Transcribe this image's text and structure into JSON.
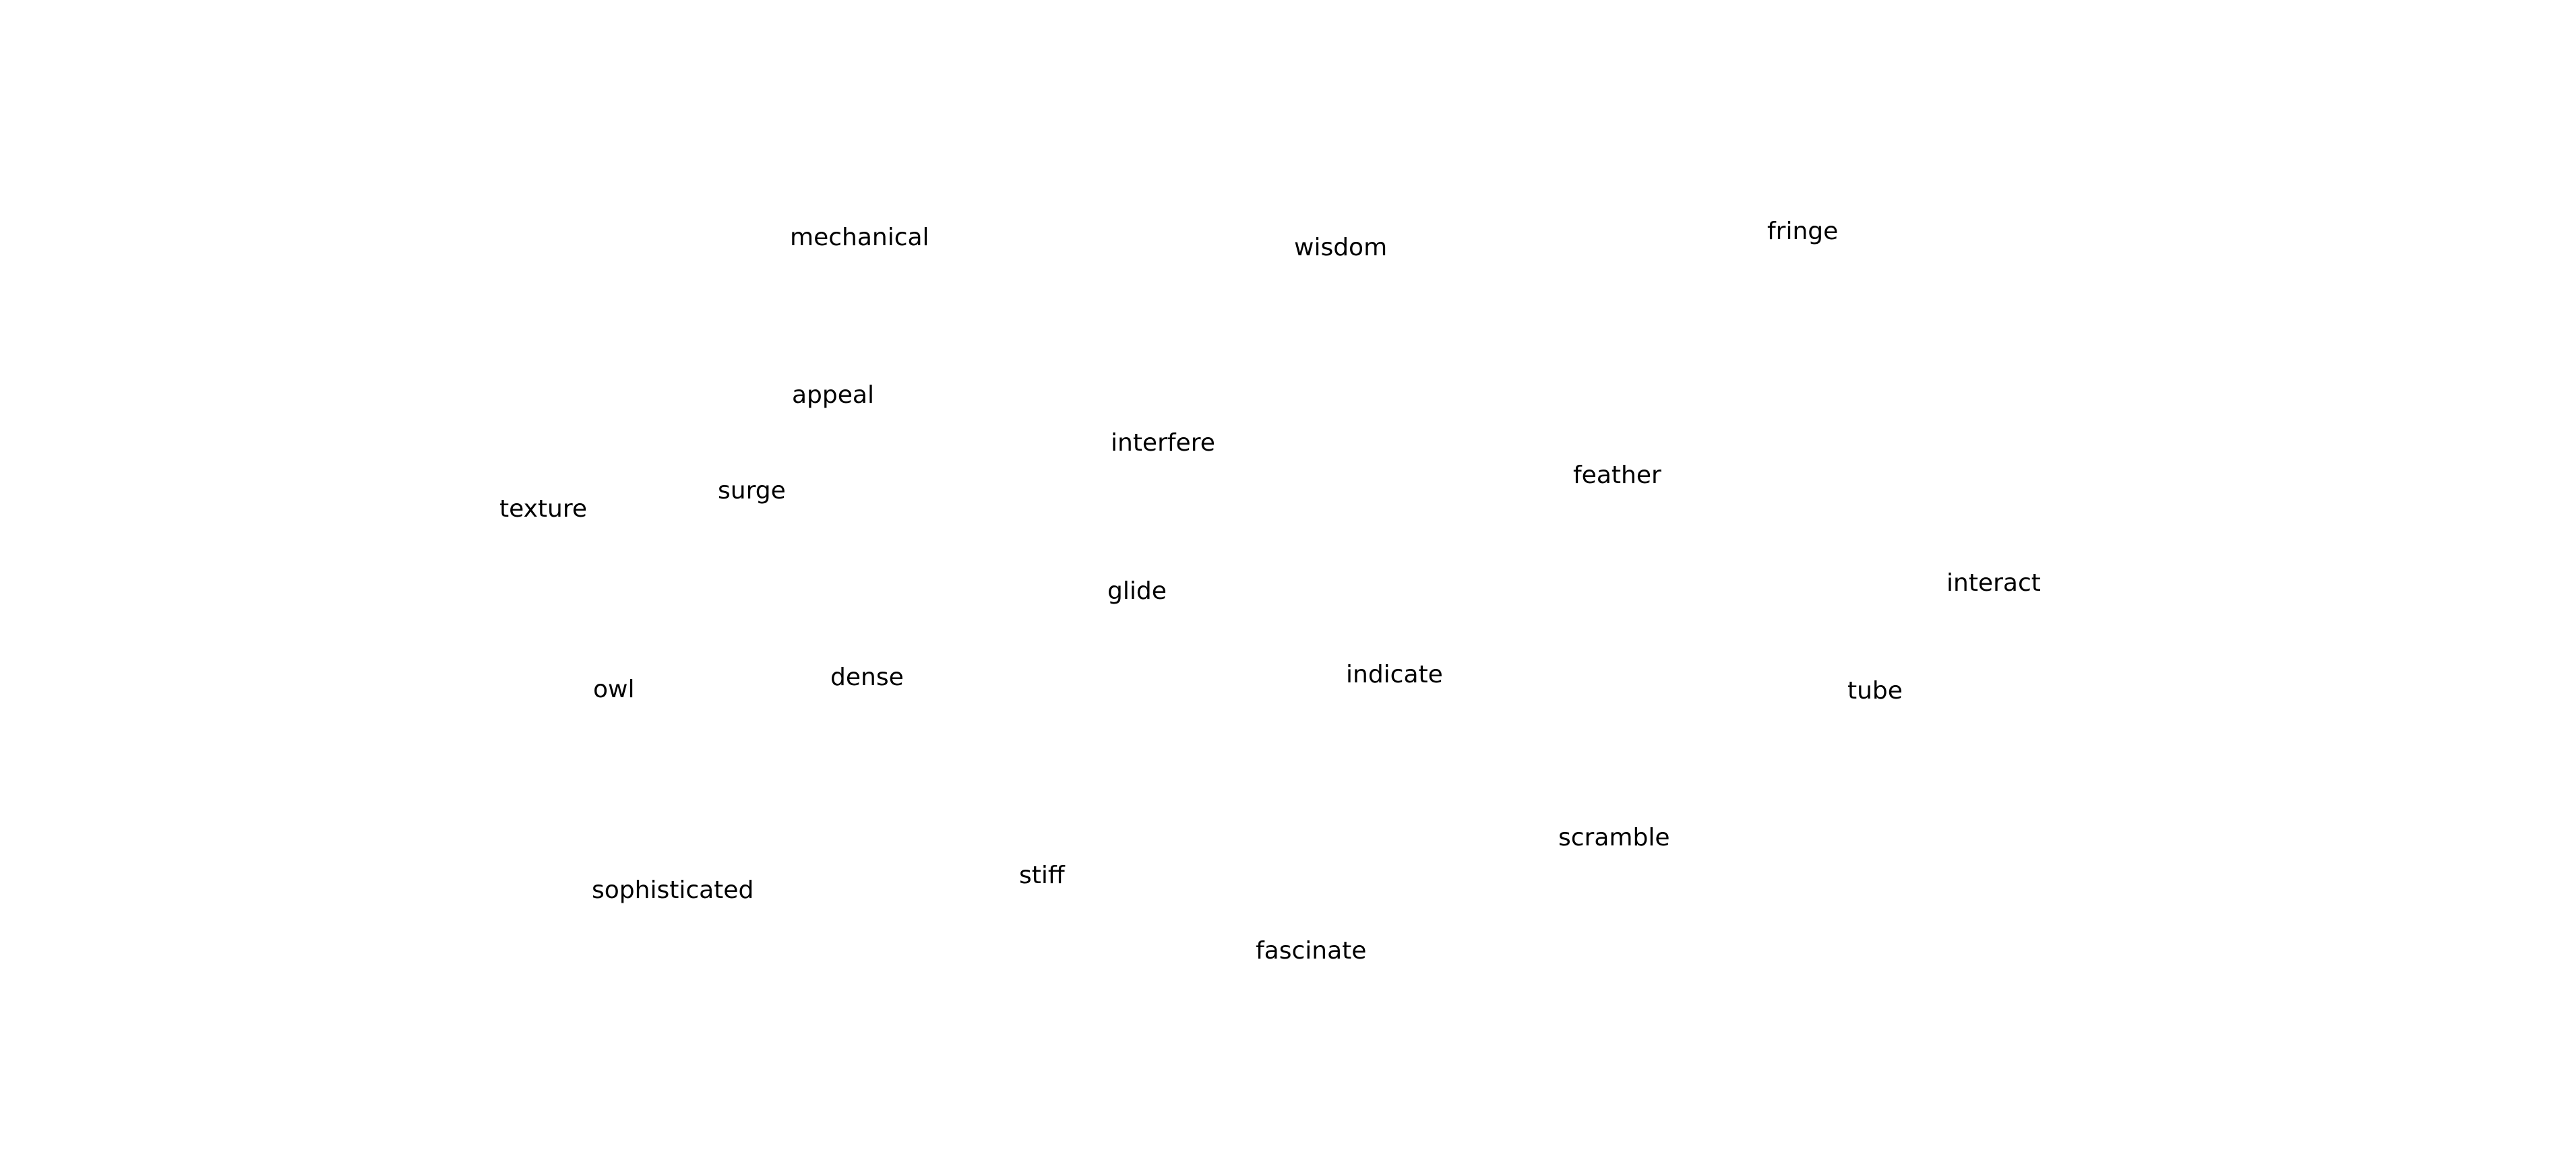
{
  "words": {
    "mechanical": "mechanical",
    "wisdom": "wisdom",
    "fringe": "fringe",
    "appeal": "appeal",
    "interfere": "interfere",
    "feather": "feather",
    "texture": "texture",
    "surge": "surge",
    "glide": "glide",
    "interact": "interact",
    "owl": "owl",
    "dense": "dense",
    "indicate": "indicate",
    "tube": "tube",
    "scramble": "scramble",
    "sophisticated": "sophisticated",
    "stiff": "stiff",
    "fascinate": "fascinate"
  },
  "colors": {
    "background": "#ffffff",
    "text": "#000000"
  }
}
